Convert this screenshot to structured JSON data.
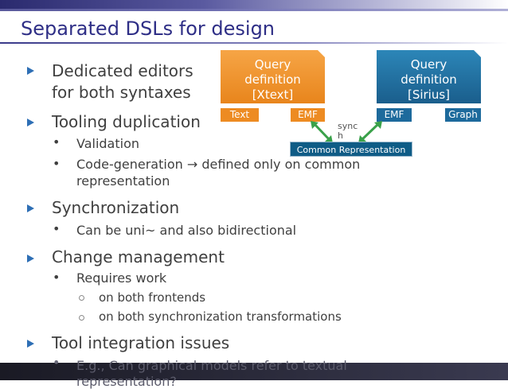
{
  "slide": {
    "title": "Separated DSLs for design",
    "bullets": {
      "b1": "Dedicated editors",
      "b1b": "for both syntaxes",
      "b2": "Tooling duplication",
      "b2_sub1": "Validation",
      "b2_sub2": "Code-generation → defined only on common",
      "b2_sub2b": "representation",
      "b3": "Synchronization",
      "b3_sub1": "Can be uni~ and also bidirectional",
      "b4": "Change management",
      "b4_sub1": "Requires work",
      "b4_sub1_a": "on both frontends",
      "b4_sub1_b": "on both synchronization transformations",
      "b5": "Tool integration issues",
      "b5_sub1": "E.g., Can graphical models refer to textual",
      "b5_sub1b": "representation?"
    }
  },
  "diagram": {
    "left_box": {
      "line1": "Query",
      "line2": "definition",
      "line3": "[Xtext]"
    },
    "right_box": {
      "line1": "Query",
      "line2": "definition",
      "line3": "[Sirius]"
    },
    "tags": {
      "text": "Text",
      "emf_left": "EMF",
      "emf_right": "EMF",
      "graph": "Graph"
    },
    "common": "Common Representation",
    "sync_label": "sync",
    "sync_label_2": "h"
  },
  "colors": {
    "title": "#2e2e86",
    "bullet_arrow": "#2e6fb5",
    "orange": "#ed8b22",
    "blue": "#1d6a9c",
    "sync_arrow": "#3aa14a"
  },
  "icons": {
    "bullet_l1": "right-triangle-icon",
    "bullet_l2": "filled-dot",
    "bullet_l3": "hollow-circle"
  }
}
